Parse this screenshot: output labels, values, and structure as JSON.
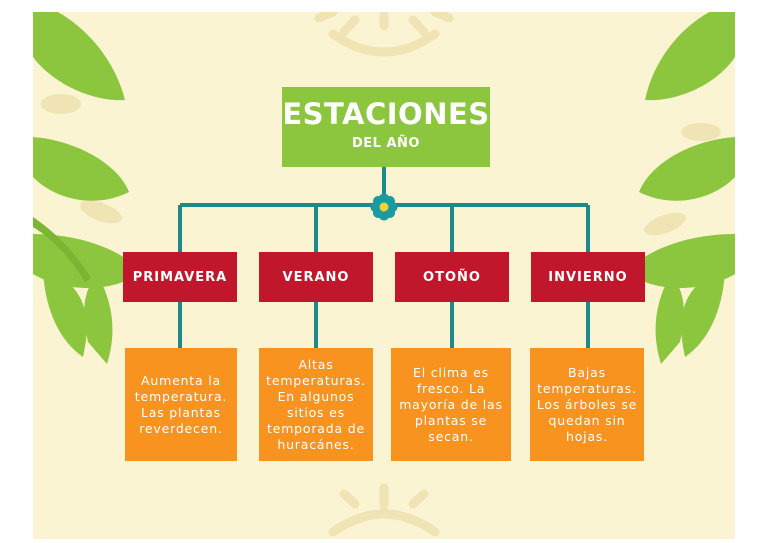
{
  "title": {
    "main": "ESTACIONES",
    "sub": "DEL AÑO"
  },
  "seasons": [
    {
      "name": "PRIMAVERA",
      "desc": "Aumenta la temperatura. Las plantas reverdecen."
    },
    {
      "name": "VERANO",
      "desc": "Altas temperaturas. En algunos sitios es temporada de huracánes."
    },
    {
      "name": "OTOÑO",
      "desc": "El clima es fresco. La mayoría de las plantas se secan."
    },
    {
      "name": "INVIERNO",
      "desc": "Bajas temperaturas. Los árboles se quedan sin hojas."
    }
  ],
  "colors": {
    "background": "#faf4d3",
    "title_box": "#8cc63f",
    "season_box": "#c0172d",
    "desc_box": "#f7931e",
    "connector": "#1b8a8a",
    "leaf": "#8cc63f"
  },
  "icons": [
    "flower-icon",
    "sun-icon",
    "leaf-icon"
  ]
}
